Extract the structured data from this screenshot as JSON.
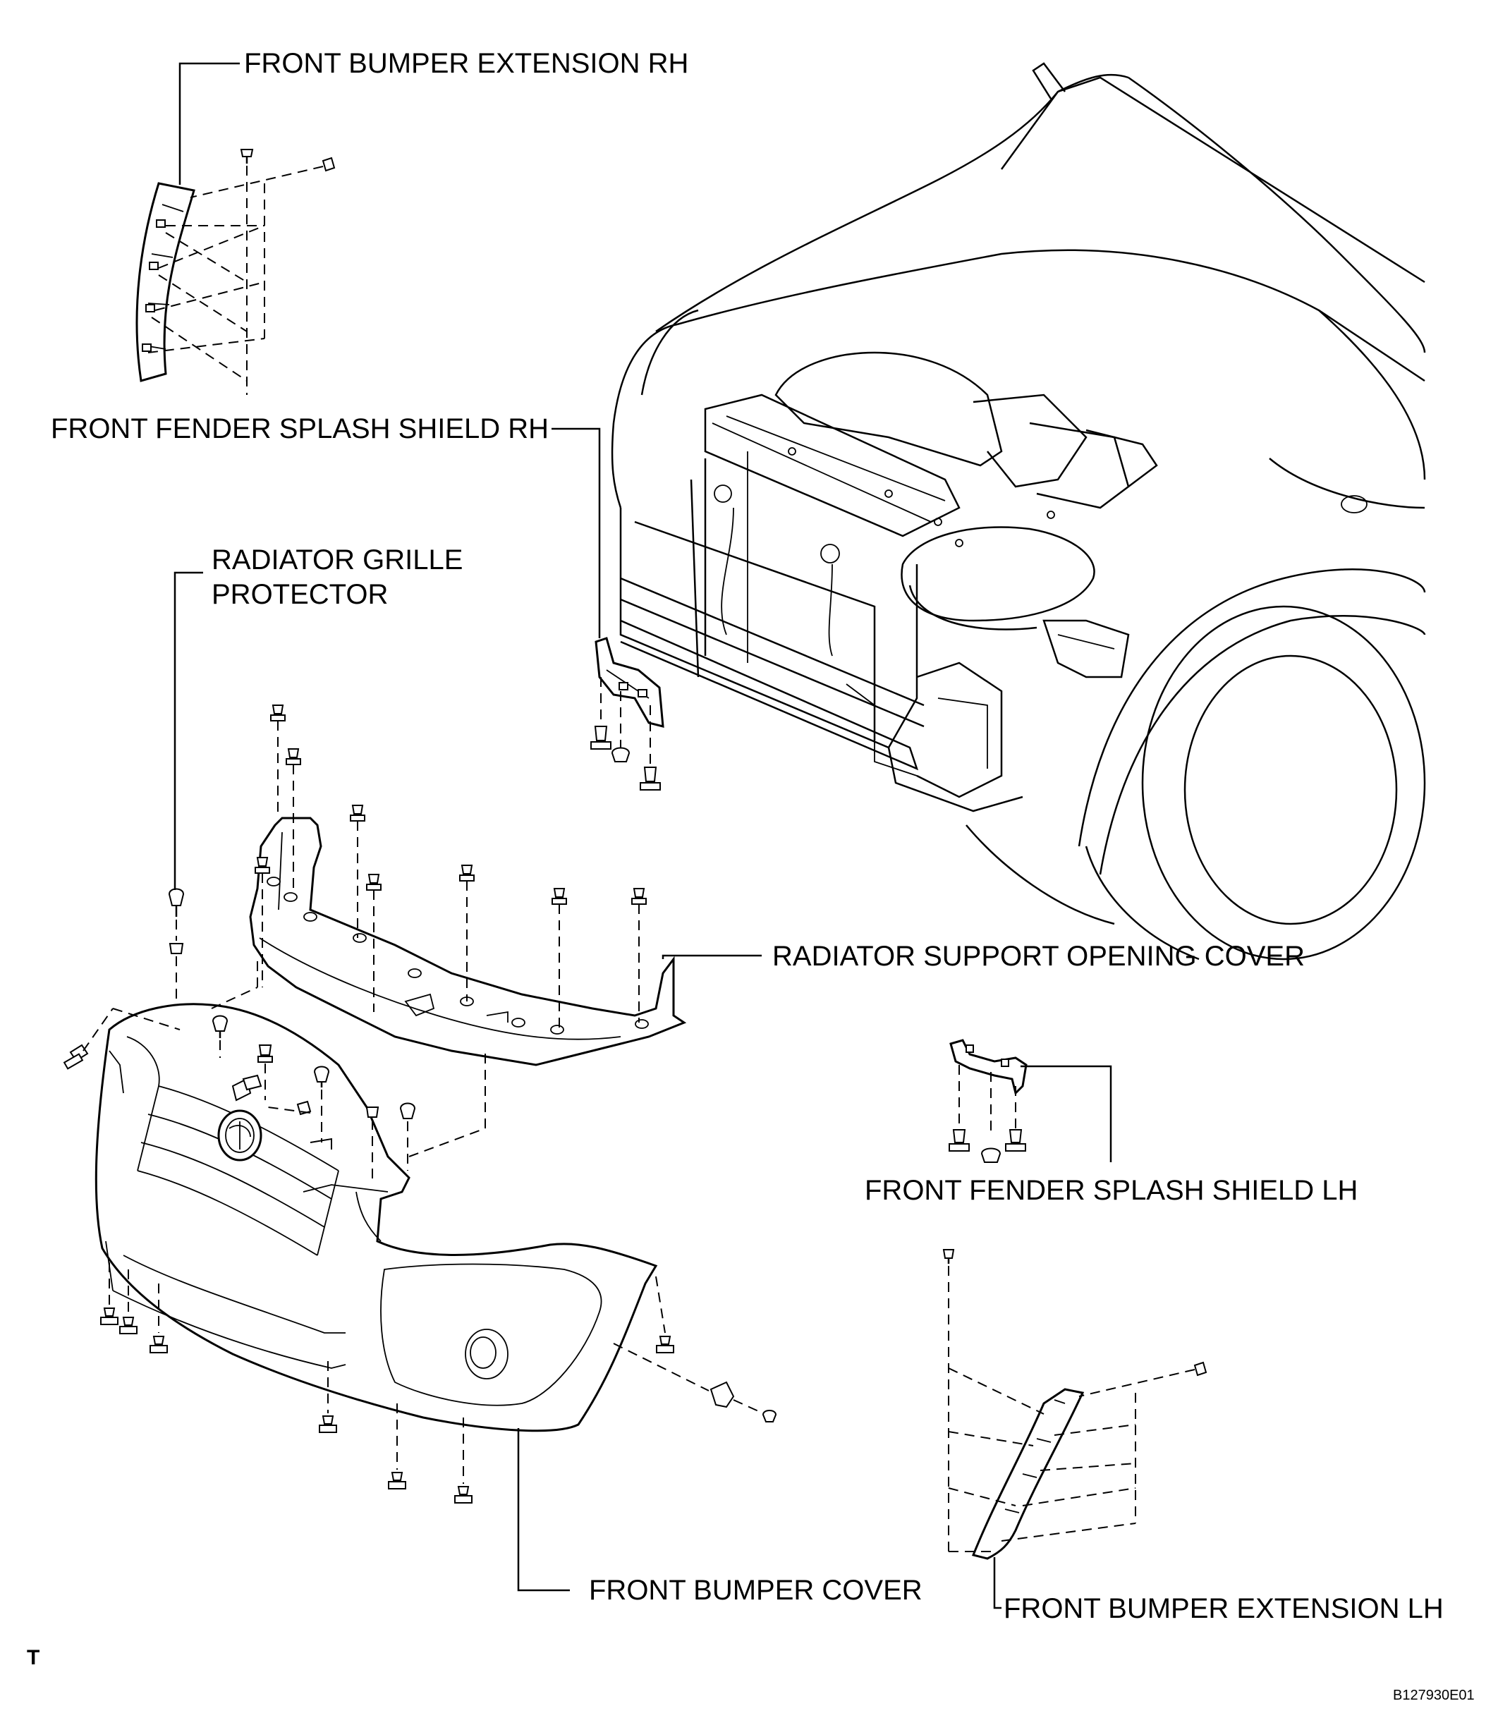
{
  "labels": {
    "bumper_ext_rh": "FRONT BUMPER EXTENSION RH",
    "splash_rh": "FRONT FENDER SPLASH SHIELD RH",
    "grille_protector_line1": "RADIATOR GRILLE",
    "grille_protector_line2": "PROTECTOR",
    "support_cover": "RADIATOR SUPPORT OPENING COVER",
    "splash_lh": "FRONT FENDER SPLASH SHIELD LH",
    "bumper_cover": "FRONT BUMPER COVER",
    "bumper_ext_lh": "FRONT BUMPER EXTENSION LH"
  },
  "corner_mark": "T",
  "figure_code": "B127930E01"
}
